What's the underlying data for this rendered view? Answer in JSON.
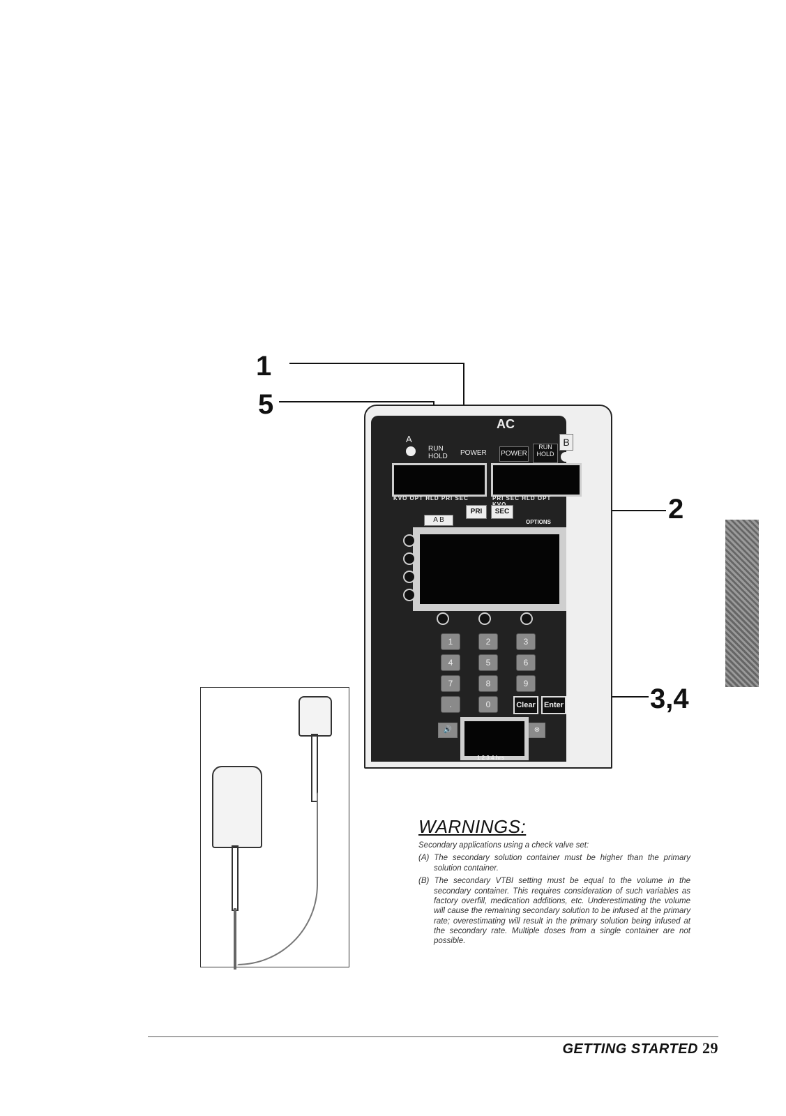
{
  "callouts": {
    "c1": "1",
    "c5": "5",
    "c2": "2",
    "c34": "3,4"
  },
  "pump": {
    "brand_fragment": "AC",
    "channel_a": "A",
    "channel_b": "B",
    "run_hold_left": "RUN\nHOLD",
    "power_left": "POWER",
    "power_right": "POWER",
    "run_hold_right": "RUN\nHOLD",
    "status_left": "KVO OPT HLD PRI SEC",
    "status_right": "PRI SEC HLD OPT KVO",
    "pri_button": "PRI",
    "sec_button": "SEC",
    "options_label": "OPTIONS",
    "ab_label": "A B",
    "keys": [
      "1",
      "2",
      "3",
      "4",
      "5",
      "6",
      "7",
      "8",
      "9",
      ".",
      "0"
    ],
    "clear_button": "Clear",
    "enter_button": "Enter",
    "battery_label": "1 2 3 4 hrs",
    "volume_icon": "speaker-icon",
    "silence_icon": "alarm-silence-icon"
  },
  "warnings": {
    "title": "WARNINGS:",
    "intro": "Secondary applications using a check valve set:",
    "item_a_label": "(A)",
    "item_a": "The secondary solution container must be higher than the primary solution container.",
    "item_b_label": "(B)",
    "item_b": "The secondary VTBI setting must be equal to the volume in the secondary container. This requires consideration of such variables as factory overfill, medication additions, etc. Underestimating the volume will cause the remaining secondary solution to be infused at the primary rate; overestimating will result in the primary solution being infused at the secondary rate. Multiple doses from a single container are not possible."
  },
  "footer": {
    "section": "GETTING STARTED",
    "page_number": "29"
  }
}
